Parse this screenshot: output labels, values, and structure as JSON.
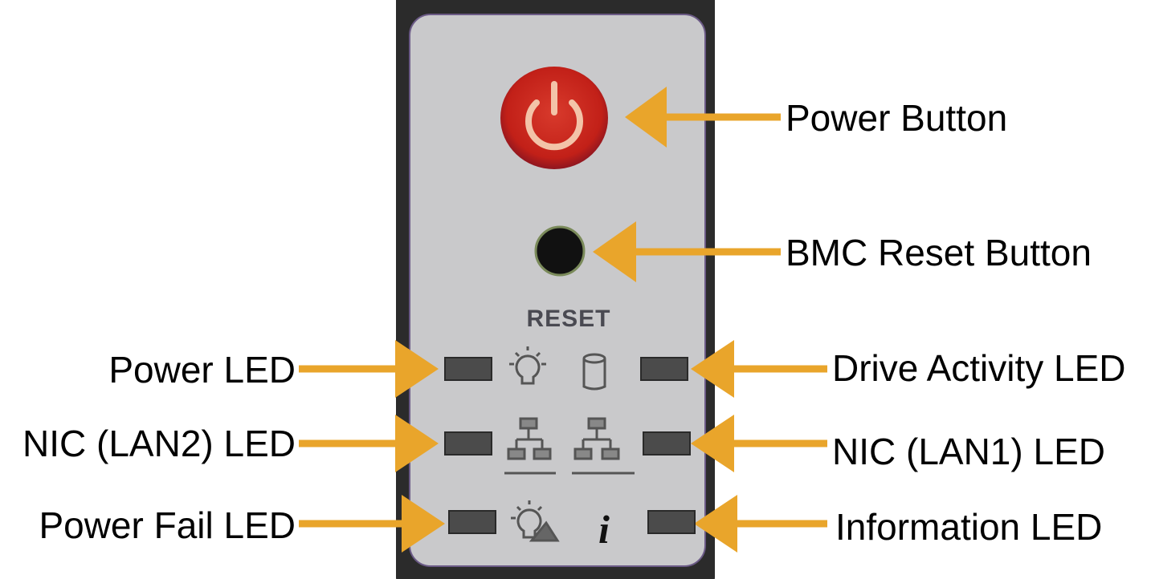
{
  "diagram": {
    "panel_text": "RESET",
    "callouts": {
      "power_button": "Power Button",
      "bmc_reset_button": "BMC Reset Button",
      "power_led": "Power LED",
      "drive_activity_led": "Drive Activity LED",
      "nic_lan2_led": "NIC (LAN2) LED",
      "nic_lan1_led": "NIC (LAN1) LED",
      "power_fail_led": "Power Fail LED",
      "information_led": "Information LED"
    },
    "colors": {
      "arrow": "#E9A52B",
      "power_button": "#C8231E",
      "panel": "#C9C9CB",
      "bezel": "#2b2b2b"
    }
  }
}
